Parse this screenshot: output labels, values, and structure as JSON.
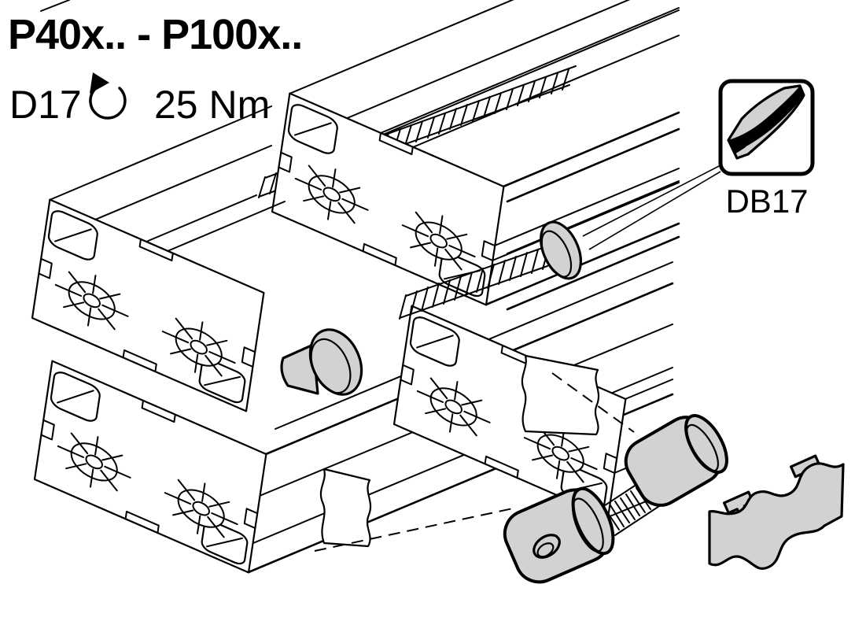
{
  "page": {
    "background": "#ffffff",
    "line_color": "#000000",
    "part_fill_color": "#d2d2d2"
  },
  "header": {
    "title": "P40x.. - P100x.."
  },
  "torque_note": {
    "code": "D17",
    "rotation_icon": "rotate-clockwise-arrow-icon",
    "torque": "25 Nm"
  },
  "detail_callout": {
    "icon": "drill-bit-icon",
    "label": "DB17"
  },
  "illustration": {
    "drawing_icons": [
      "t-slot-profile-stack-drawing",
      "threaded-bolt-connector-drawing",
      "oval-bolt-head-drawing",
      "cover-profile-strip-drawing"
    ]
  }
}
